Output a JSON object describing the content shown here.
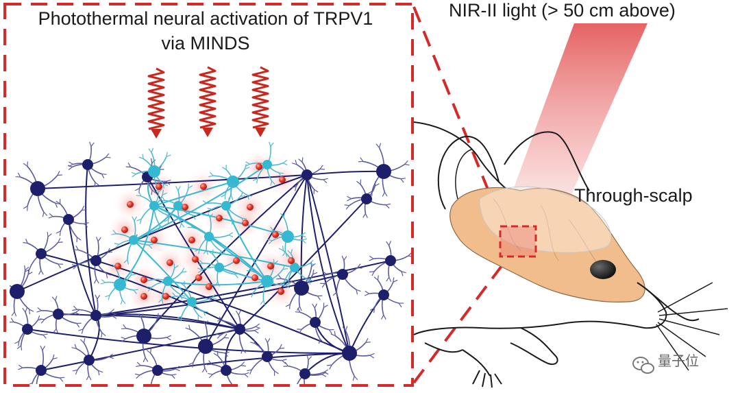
{
  "labels": {
    "title_line1": "Photothermal neural activation of TRPV1",
    "title_line2": "via MINDS",
    "nir_light": "NIR-II light  (> 50 cm above)",
    "through_scalp": "Through-scalp"
  },
  "watermark": {
    "text": "量子位",
    "icon": "wechat-icon"
  },
  "colors": {
    "frame_red": "#d42a2a",
    "arrow_red": "#c8281e",
    "neuron_dark": "#1e1f6b",
    "neuron_dendrite": "#5a5aa0",
    "neuron_cyan": "#35b8d2",
    "particle_red": "#e03a2a",
    "beam_red": "#e96a6a",
    "brain_orange": "#f2bd8c",
    "line_black": "#1a1a1a"
  },
  "icons": [
    "wavy-arrow-icon",
    "neuron-icon",
    "nanoparticle-icon",
    "mouse-head-outline",
    "brain-icon"
  ]
}
